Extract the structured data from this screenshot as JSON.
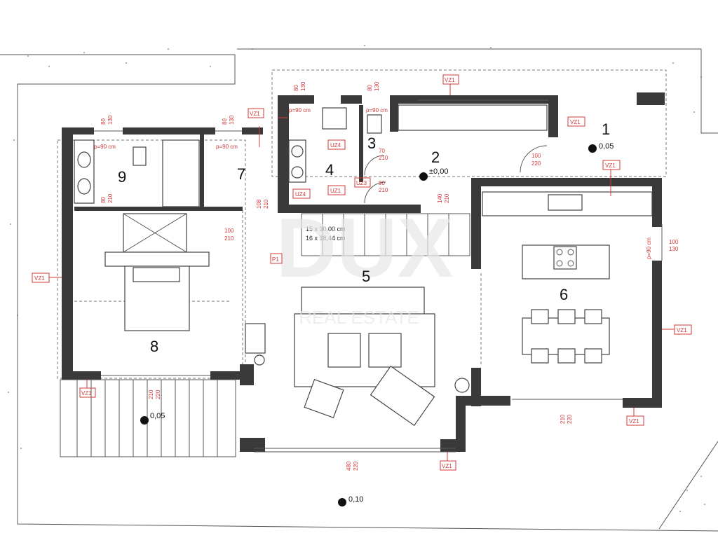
{
  "watermark": {
    "brand": "DUX",
    "subtitle": "REAL ESTATE"
  },
  "rooms": [
    {
      "id": "1",
      "label": "1"
    },
    {
      "id": "2",
      "label": "2"
    },
    {
      "id": "3",
      "label": "3"
    },
    {
      "id": "4",
      "label": "4"
    },
    {
      "id": "5",
      "label": "5"
    },
    {
      "id": "6",
      "label": "6"
    },
    {
      "id": "7",
      "label": "7"
    },
    {
      "id": "8",
      "label": "8"
    },
    {
      "id": "9",
      "label": "9"
    }
  ],
  "levels": {
    "entrance": "0,05",
    "hall": "±0,00",
    "terrace": "0,05",
    "outside": "0,10"
  },
  "stairs": {
    "line1": "15 x 30,00 cm",
    "line2": "16 x 18,44 cm"
  },
  "window_tags": {
    "vz1": "VZ1",
    "uz4": "UZ4",
    "uz1": "UZ1",
    "uz3": "UZ3",
    "p1": "P1"
  },
  "dims": {
    "d80_130": [
      "80",
      "130"
    ],
    "d80_210": [
      "80",
      "210"
    ],
    "d70_210": [
      "70",
      "210"
    ],
    "d90_210": [
      "90",
      "210"
    ],
    "d100_210": [
      "100",
      "210"
    ],
    "d100_220": [
      "100",
      "220"
    ],
    "d100_130": [
      "100",
      "130"
    ],
    "d108_210": [
      "108",
      "210"
    ],
    "d140_210": [
      "140",
      "210"
    ],
    "d210_220": [
      "210",
      "220"
    ],
    "d480_220": [
      "480",
      "220"
    ],
    "p90": "p=90 cm"
  }
}
